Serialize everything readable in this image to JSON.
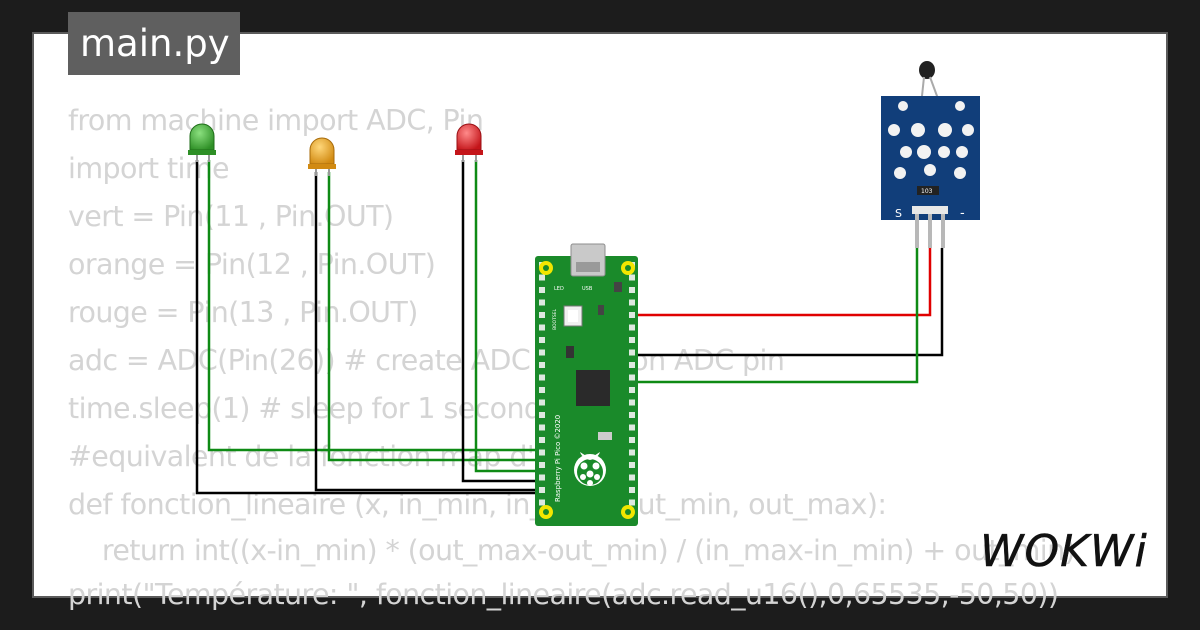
{
  "file_tab": {
    "label": "main.py"
  },
  "code_lines": [
    "from machine import ADC, Pin",
    "import time",
    "vert = Pin(11 , Pin.OUT)",
    "orange = Pin(12 , Pin.OUT)",
    "rouge = Pin(13 , Pin.OUT)",
    "adc = ADC(Pin(26)) # create ADC object on ADC pin",
    "time.sleep(1) # sleep for 1 second",
    "#equivalent de la fonction map d'arduino",
    "def fonction_lineaire (x, in_min, in_max, out_min, out_max):",
    "    return int((x-in_min) * (out_max-out_min) / (in_max-in_min) + out_min)",
    "print(\"Température: \", fonction_lineaire(adc.read_u16(),0,65535,-50,50))"
  ],
  "board": {
    "name": "Raspberry Pi Pico ©2020",
    "led_label": "LED",
    "usb_label": "USB",
    "bootsel_label": "BOOTSEL"
  },
  "sensor": {
    "pin_s": "S",
    "pin_minus": "-",
    "resistor_label": "103"
  },
  "leds": [
    {
      "name": "green",
      "color": "#3fa535"
    },
    {
      "name": "orange",
      "color": "#e8a825"
    },
    {
      "name": "red",
      "color": "#e0262a"
    }
  ],
  "colors": {
    "wire_green": "#0e8a14",
    "wire_red": "#e00000",
    "wire_black": "#000000",
    "board": "#1a8a2a",
    "sensor": "#113e7a"
  },
  "logo": {
    "text": "WOKWi"
  }
}
